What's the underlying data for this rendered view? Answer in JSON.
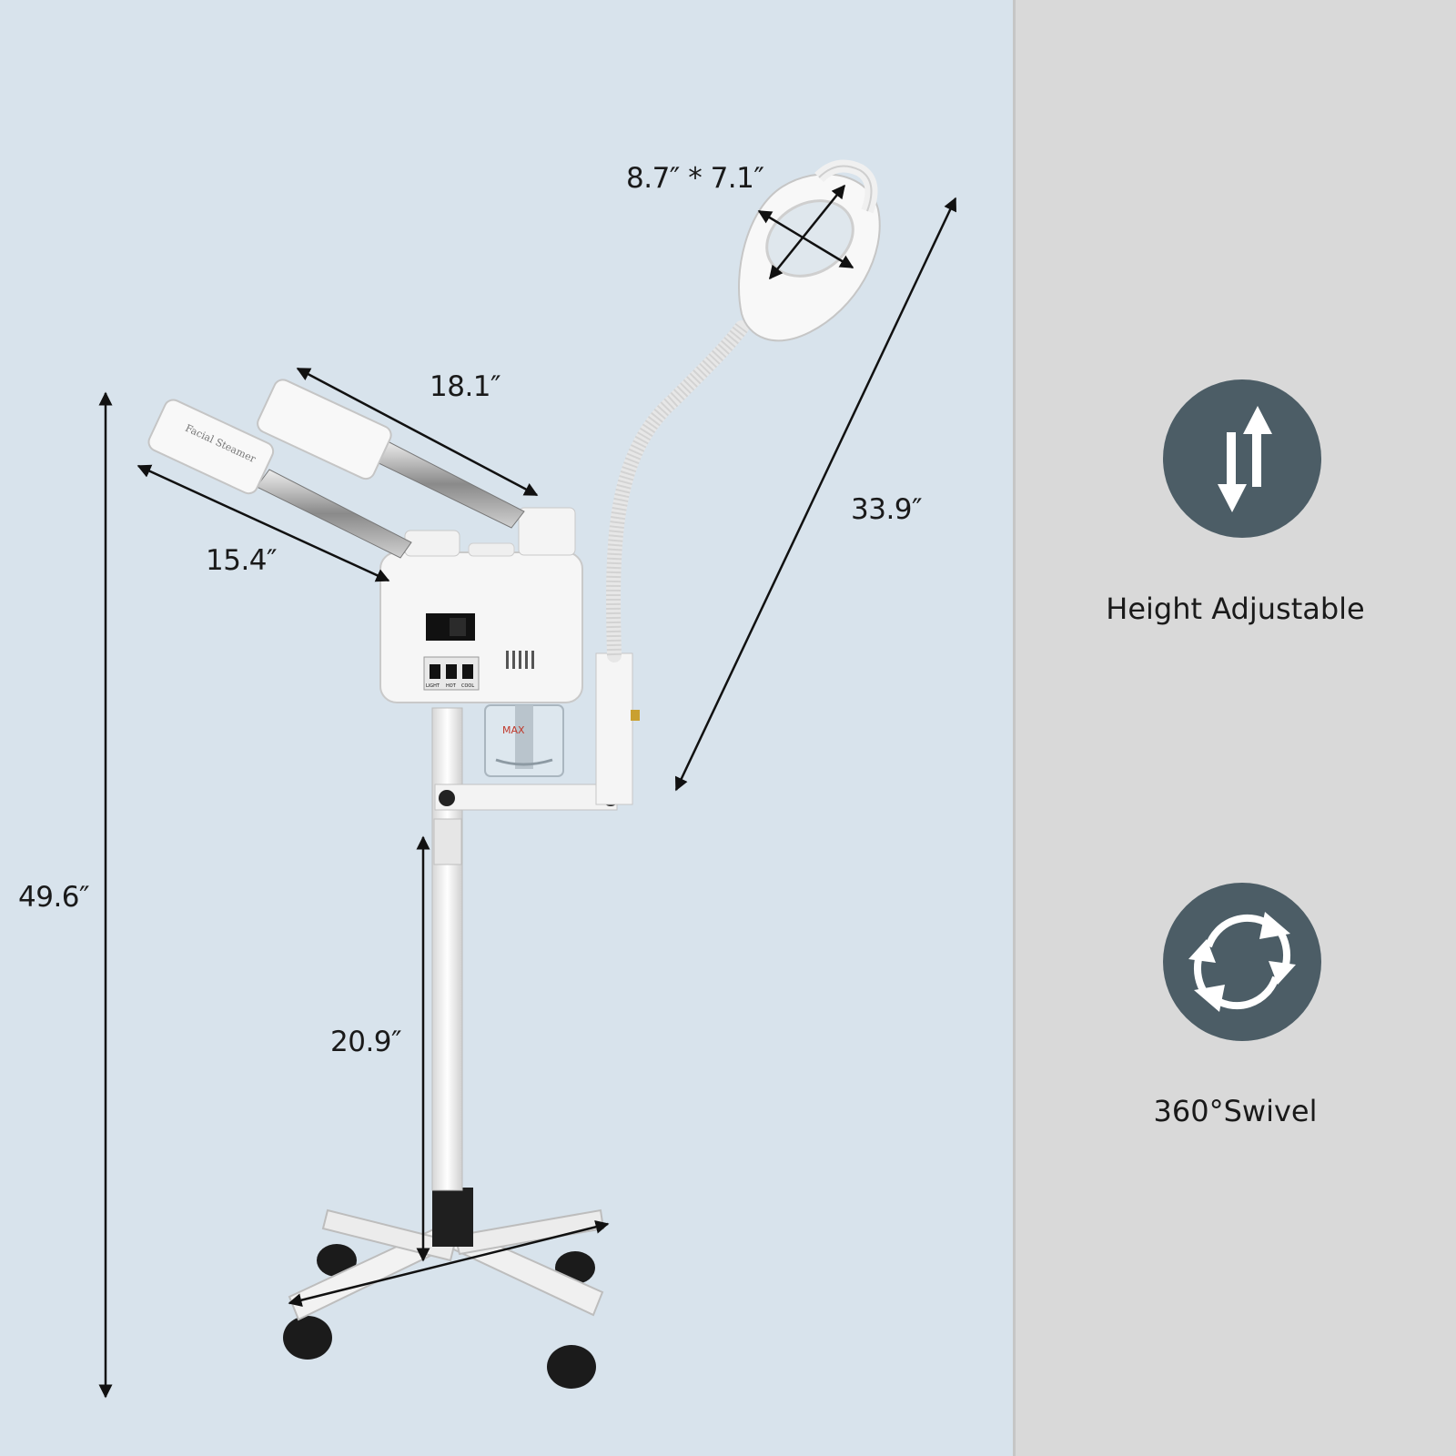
{
  "dimensions": {
    "lamp_size": "8.7″ * 7.1″",
    "arm_long": "18.1″",
    "arm_short": "15.4″",
    "lamp_arm": "33.9″",
    "total_height": "49.6″",
    "base_width": "20.9″"
  },
  "product": {
    "nozzle_text": "Facial Steamer",
    "tank_text": "MAX",
    "switches": [
      "LIGHT",
      "HOT",
      "COOL"
    ]
  },
  "features": [
    {
      "icon": "height-adjust-icon",
      "label": "Height Adjustable"
    },
    {
      "icon": "swivel-360-icon",
      "label": "360°Swivel"
    }
  ],
  "colors": {
    "left_background": "#d8e3ec",
    "right_background": "#d9d9d9",
    "icon_circle": "#4c5d66"
  }
}
